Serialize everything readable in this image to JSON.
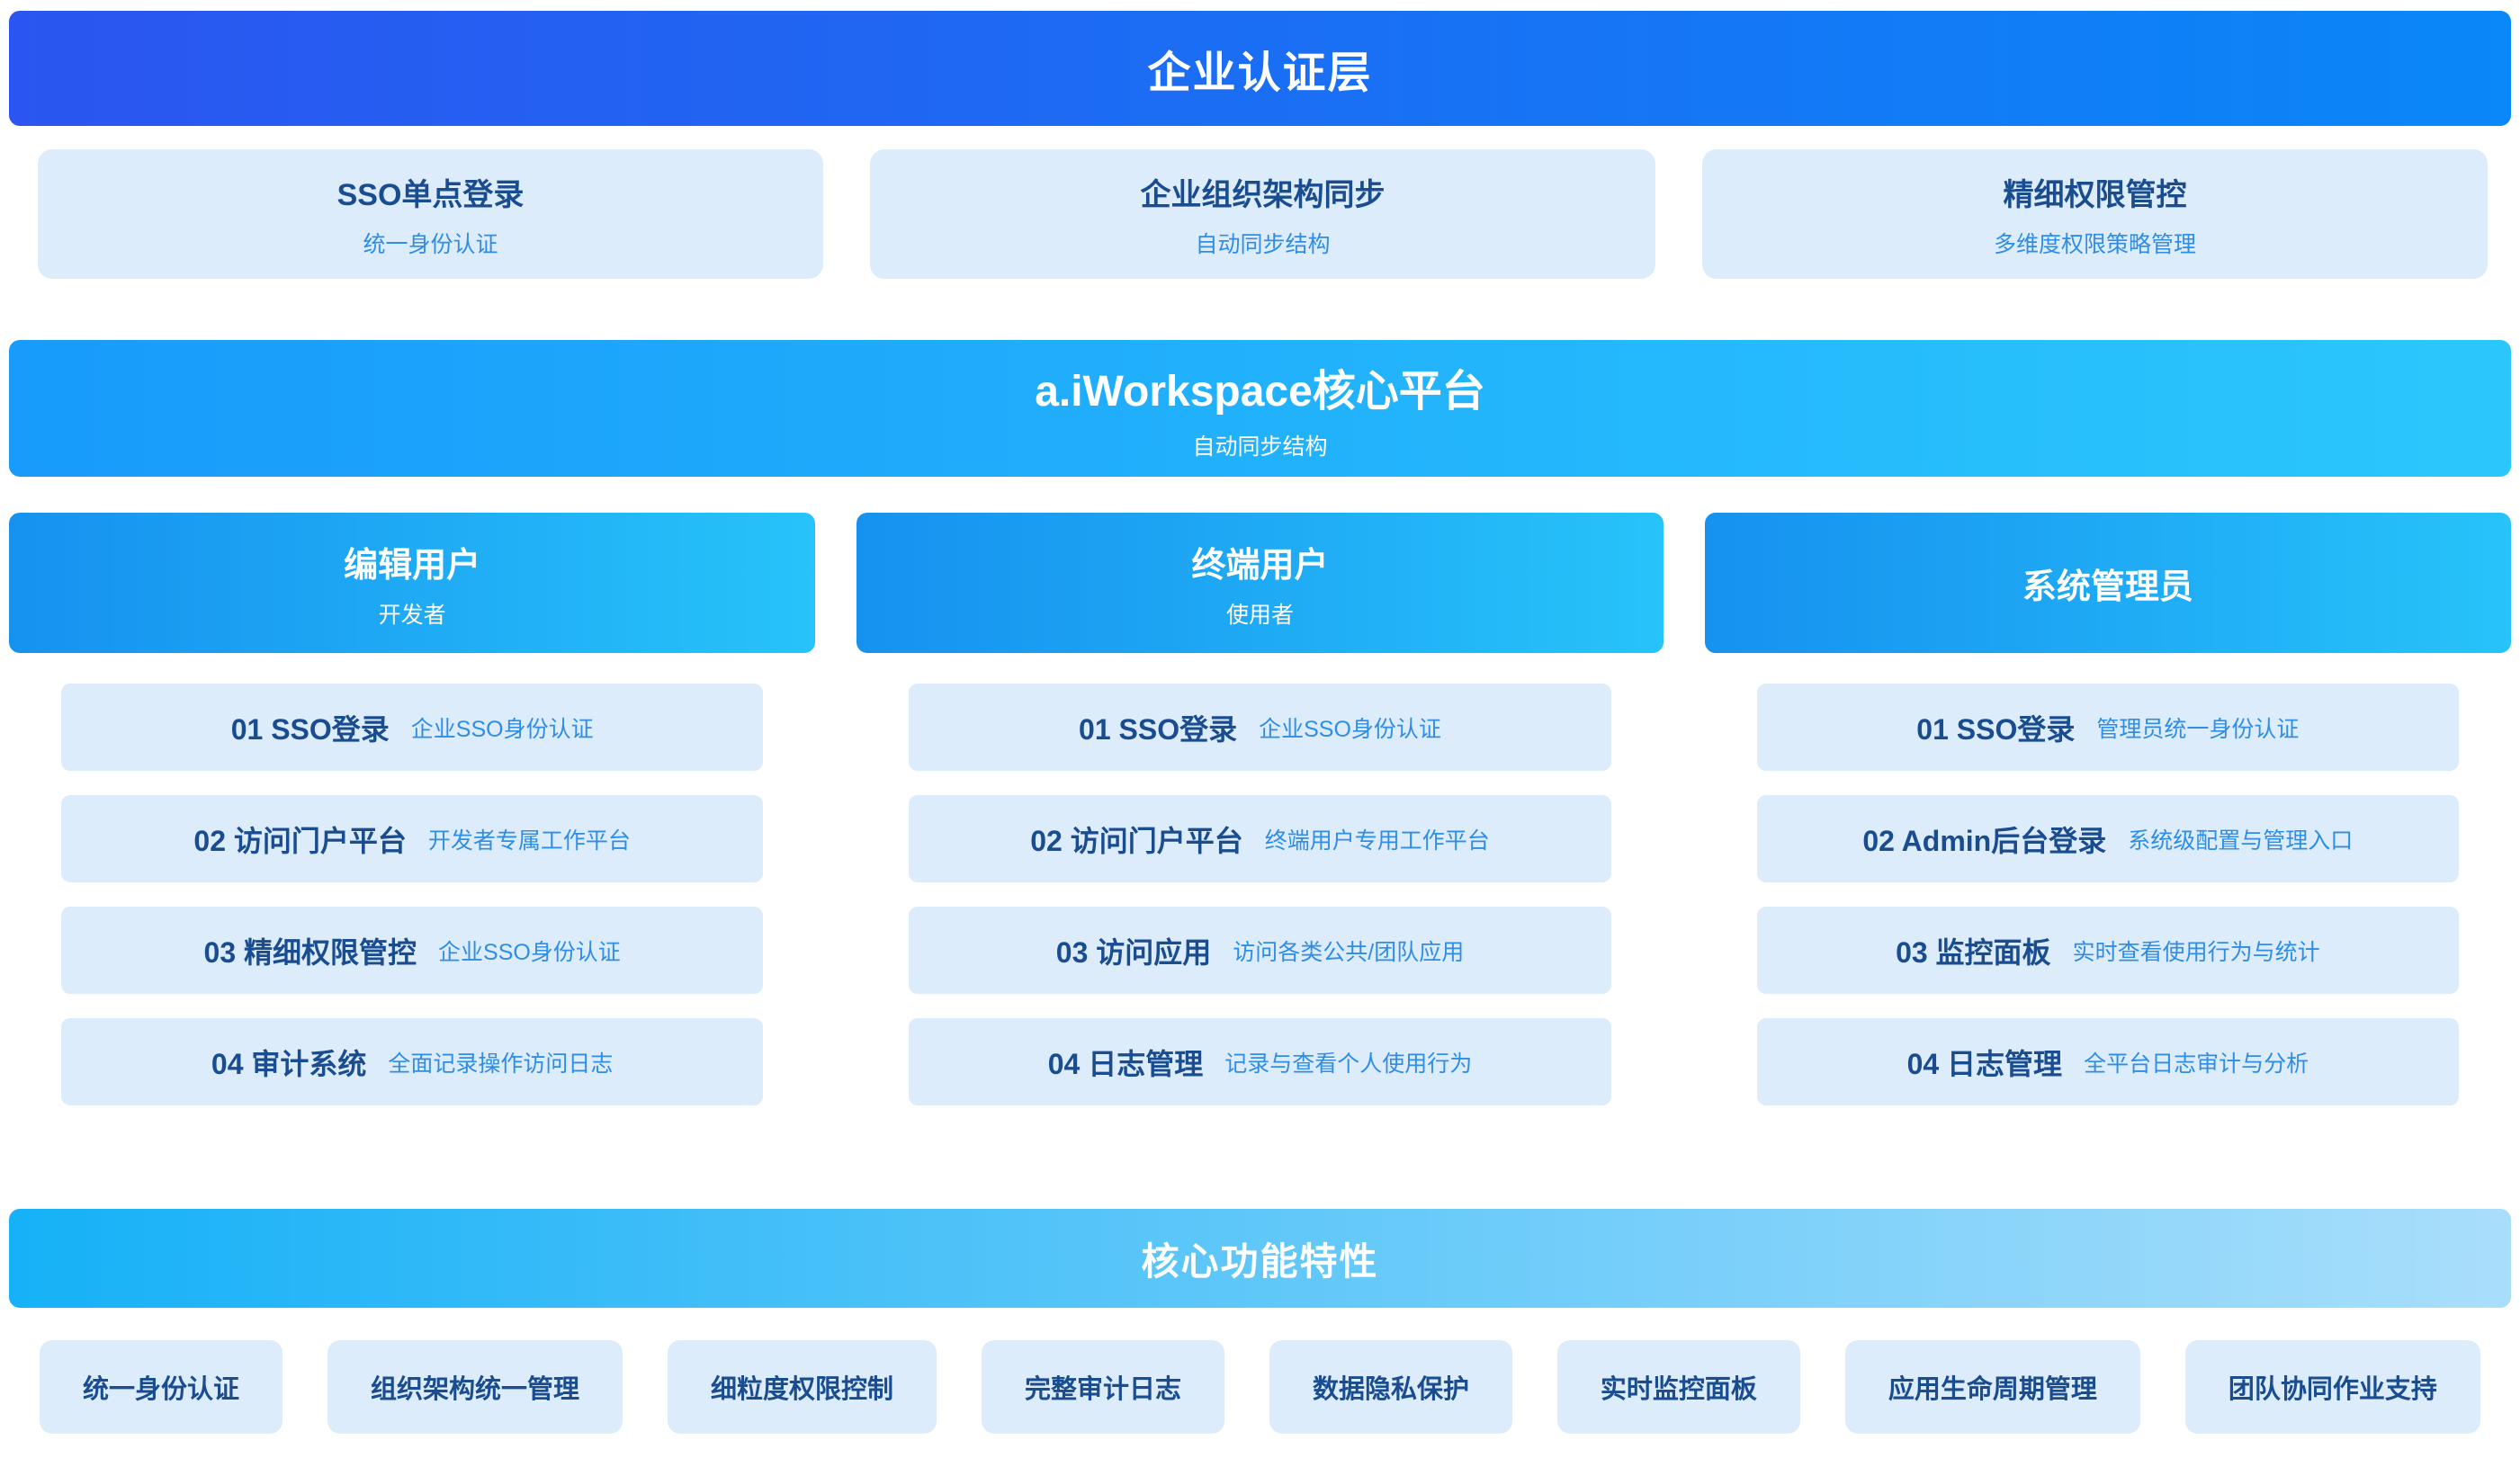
{
  "colors": {
    "top_banner_gradient_start": "#2b55f0",
    "top_banner_gradient_end": "#0a87f8",
    "platform_banner_gradient_start": "#189bfb",
    "platform_banner_gradient_end": "#2bc7fc",
    "role_header_gradient_start": "#1691ef",
    "role_header_gradient_end": "#27c3fa",
    "features_banner_gradient_start": "#16b1f7",
    "features_banner_gradient_end": "#a9defb",
    "card_background": "#ddecfb",
    "dark_text": "#1a4c90",
    "light_blue_text": "#2f8de6",
    "banner_text": "#ffffff"
  },
  "auth_layer": {
    "title": "企业认证层",
    "cards": [
      {
        "title": "SSO单点登录",
        "subtitle": "统一身份认证"
      },
      {
        "title": "企业组织架构同步",
        "subtitle": "自动同步结构"
      },
      {
        "title": "精细权限管控",
        "subtitle": "多维度权限策略管理"
      }
    ]
  },
  "platform": {
    "title": "a.iWorkspace核心平台",
    "subtitle": "自动同步结构"
  },
  "roles": [
    {
      "title": "编辑用户",
      "subtitle": "开发者",
      "steps": [
        {
          "label": "01 SSO登录",
          "desc": "企业SSO身份认证"
        },
        {
          "label": "02 访问门户平台",
          "desc": "开发者专属工作平台"
        },
        {
          "label": "03 精细权限管控",
          "desc": "企业SSO身份认证"
        },
        {
          "label": "04 审计系统",
          "desc": "全面记录操作访问日志"
        }
      ]
    },
    {
      "title": "终端用户",
      "subtitle": "使用者",
      "steps": [
        {
          "label": "01 SSO登录",
          "desc": "企业SSO身份认证"
        },
        {
          "label": "02 访问门户平台",
          "desc": "终端用户专用工作平台"
        },
        {
          "label": "03 访问应用",
          "desc": "访问各类公共/团队应用"
        },
        {
          "label": "04 日志管理",
          "desc": "记录与查看个人使用行为"
        }
      ]
    },
    {
      "title": "系统管理员",
      "steps": [
        {
          "label": "01 SSO登录",
          "desc": "管理员统一身份认证"
        },
        {
          "label": "02 Admin后台登录",
          "desc": "系统级配置与管理入口"
        },
        {
          "label": "03 监控面板",
          "desc": "实时查看使用行为与统计"
        },
        {
          "label": "04 日志管理",
          "desc": "全平台日志审计与分析"
        }
      ]
    }
  ],
  "features": {
    "title": "核心功能特性",
    "chips": [
      "统一身份认证",
      "组织架构统一管理",
      "细粒度权限控制",
      "完整审计日志",
      "数据隐私保护",
      "实时监控面板",
      "应用生命周期管理",
      "团队协同作业支持"
    ]
  }
}
